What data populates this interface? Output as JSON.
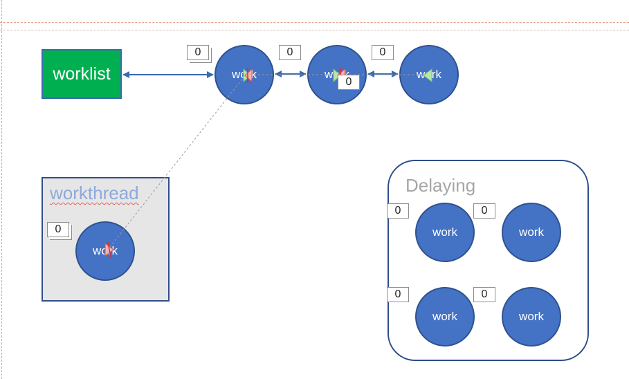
{
  "diagram": {
    "worklist_label": "worklist",
    "workthread_label": "workthread",
    "delaying_label": "Delaying",
    "queue_nodes": [
      {
        "label": "work",
        "counter": "0"
      },
      {
        "label": "work",
        "counter": "0",
        "inner_counter": "0"
      },
      {
        "label": "work",
        "counter": "0"
      }
    ],
    "thread_node": {
      "label": "work",
      "counter": "0"
    },
    "delaying_nodes": [
      {
        "label": "work",
        "counter": "0"
      },
      {
        "label": "work",
        "counter": "0"
      },
      {
        "label": "work",
        "counter": "0"
      },
      {
        "label": "work",
        "counter": "0"
      }
    ],
    "colors": {
      "worklist_fill": "#00b050",
      "node_fill": "#4472c4",
      "box_border": "#2f4d8a",
      "workthread_label": "#8ea9db",
      "delaying_label": "#a6a6a6"
    }
  }
}
